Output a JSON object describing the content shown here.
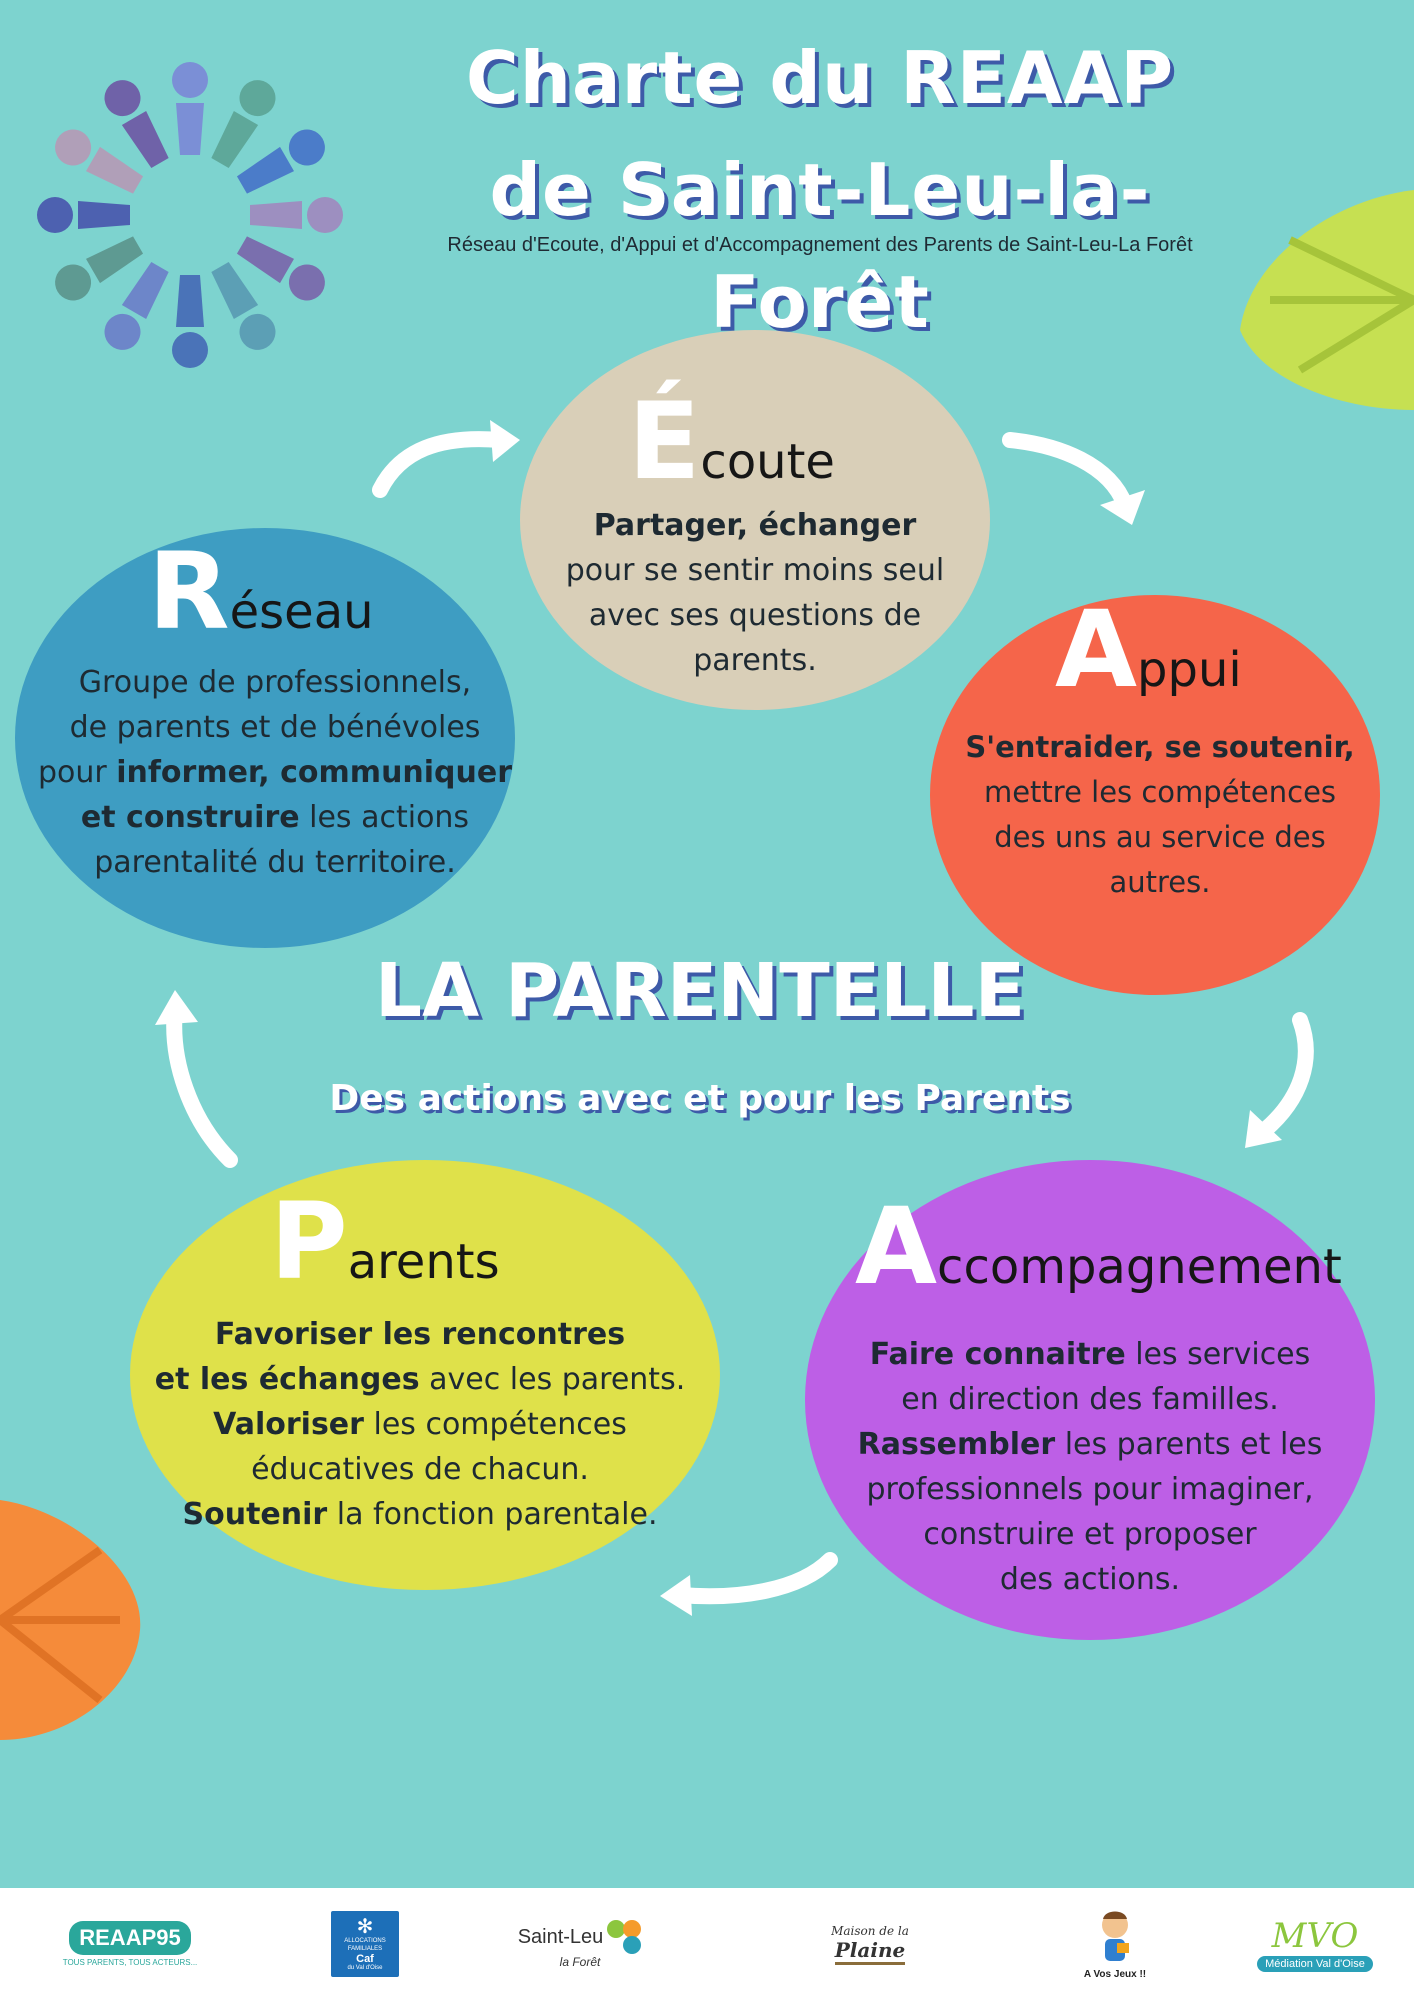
{
  "header": {
    "title_line1": "Charte du REAAP",
    "title_line2": "de Saint-Leu-la-Forêt",
    "subtitle": "Réseau d'Ecoute, d'Appui et d'Accompagnement des Parents de Saint-Leu-La Forêt"
  },
  "center": {
    "title": "LA PARENTELLE",
    "tagline": "Des actions avec et pour les Parents"
  },
  "sections": {
    "ecoute": {
      "initial": "É",
      "rest": "coute",
      "line1": "Partager, échanger",
      "line2": "pour se sentir moins seul",
      "line3": "avec ses questions de",
      "line4": "parents."
    },
    "appui": {
      "initial": "A",
      "rest": "ppui",
      "line1": "S'entraider, se soutenir,",
      "line2": "mettre les compétences",
      "line3": "des uns au service des",
      "line4": "autres."
    },
    "reseau": {
      "initial": "R",
      "rest": "éseau",
      "line1": "Groupe de professionnels,",
      "line2": "de parents et de bénévoles",
      "line3_a": "pour ",
      "line3_b": "informer, communiquer",
      "line4_a": "et construire",
      "line4_b": " les actions",
      "line5": "parentalité du territoire."
    },
    "parents": {
      "initial": "P",
      "rest": "arents",
      "line1": "Favoriser les rencontres",
      "line2_a": "et les échanges",
      "line2_b": " avec les parents.",
      "line3_a": "Valoriser",
      "line3_b": " les compétences",
      "line4": "éducatives de chacun.",
      "line5_a": "Soutenir",
      "line5_b": " la fonction parentale."
    },
    "accompagnement": {
      "initial": "A",
      "rest": "ccompagnement",
      "line1_a": "Faire connaitre",
      "line1_b": " les services",
      "line2": "en direction des familles.",
      "line3_a": "Rassembler",
      "line3_b": " les parents et les",
      "line4": "professionnels pour imaginer,",
      "line5": "construire et proposer",
      "line6": "des actions."
    }
  },
  "footer": {
    "reaap": "REAAP95",
    "reaap_sub": "TOUS PARENTS, TOUS ACTEURS...",
    "caf_line1": "ALLOCATIONS FAMILIALES",
    "caf_line2": "Caf",
    "caf_line3": "du Val d'Oise",
    "saintleu": "Saint-Leu",
    "saintleu_script": "la Forêt",
    "maison_line1": "Maison de la",
    "maison_line2": "Plaine",
    "avosjeux": "A Vos Jeux !!",
    "mvo": "MVO",
    "mvo_sub": "Médiation Val d'Oise"
  },
  "colors": {
    "background": "#7dd3cf",
    "title_shadow": "#3d5aa8",
    "ecoute": "#d9cfb8",
    "appui": "#f5654a",
    "reseau": "#3e9dc2",
    "parents": "#dfe14a",
    "accompagnement": "#bd5fe6"
  }
}
